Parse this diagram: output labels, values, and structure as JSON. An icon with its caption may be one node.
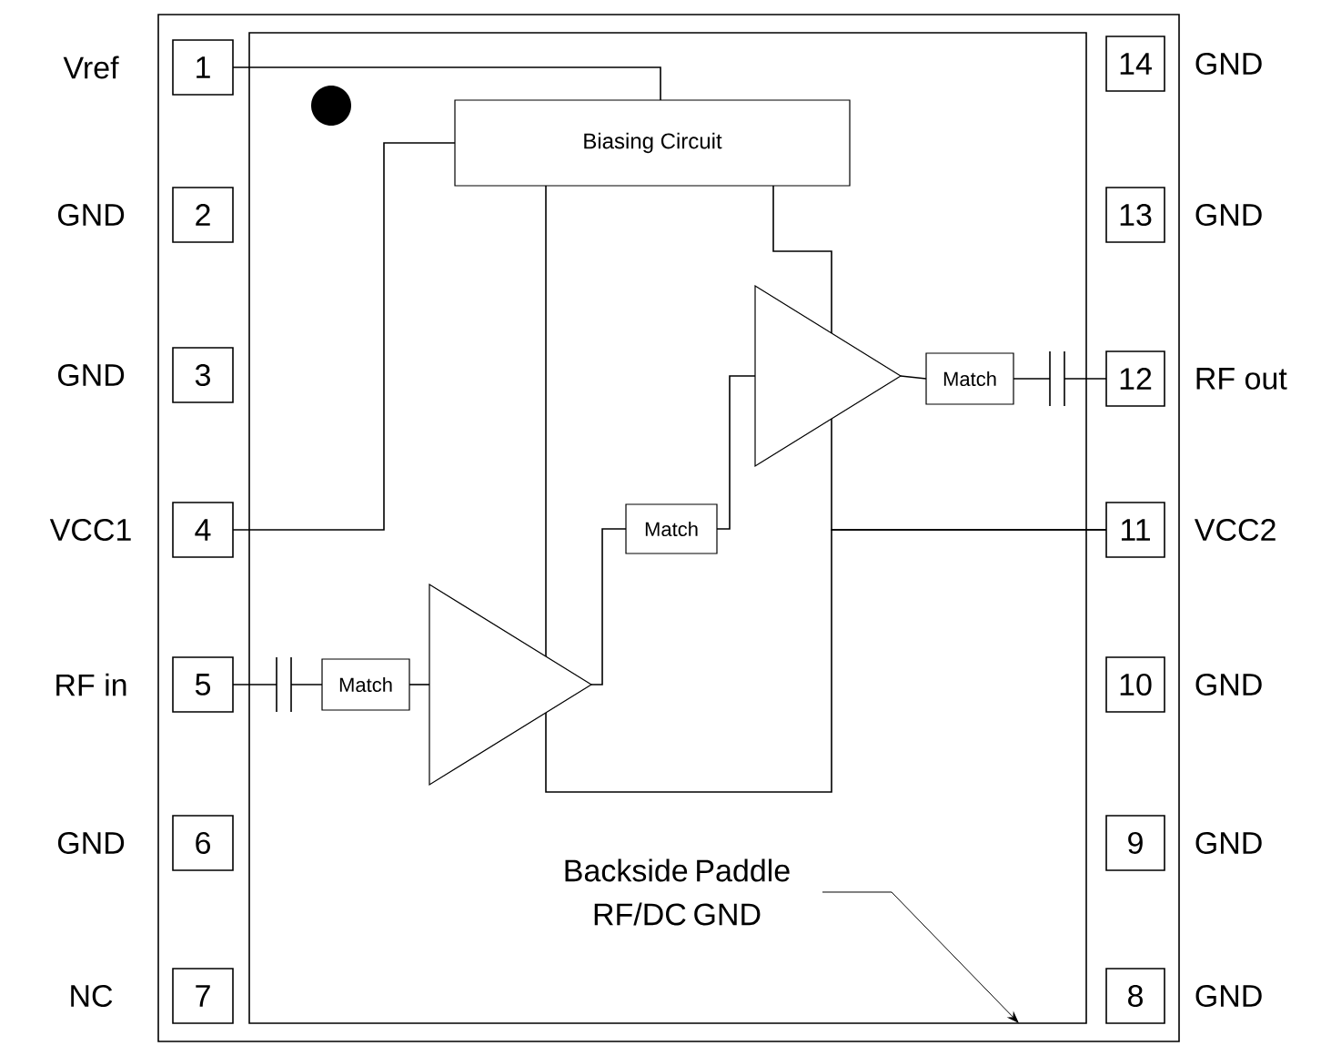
{
  "diagram": {
    "nodes": [
      {
        "text": [],
        "shape": "box"
      },
      {
        "text": [],
        "shape": "box",
        "in": 0
      },
      {
        "text": [
          "1"
        ],
        "beside": [
          "Vref"
        ],
        "in": 0
      },
      {
        "text": [
          "2"
        ],
        "beside": [
          "GND"
        ],
        "in": 0
      },
      {
        "text": [
          "3"
        ],
        "beside": [
          "GND"
        ],
        "in": 0
      },
      {
        "text": [
          "4"
        ],
        "beside": [
          "VCC1"
        ],
        "in": 0
      },
      {
        "text": [
          "5"
        ],
        "beside": [
          "RF in"
        ],
        "in": 0
      },
      {
        "text": [
          "6"
        ],
        "beside": [
          "GND"
        ],
        "in": 0
      },
      {
        "text": [
          "7"
        ],
        "beside": [
          "NC"
        ],
        "in": 0
      },
      {
        "text": [
          "8"
        ],
        "beside": [
          "GND"
        ],
        "in": 0
      },
      {
        "text": [
          "9"
        ],
        "beside": [
          "GND"
        ],
        "in": 0
      },
      {
        "text": [
          "10"
        ],
        "beside": [
          "GND"
        ],
        "in": 0
      },
      {
        "text": [
          "11"
        ],
        "beside": [
          "VCC2"
        ],
        "in": 0
      },
      {
        "text": [
          "12"
        ],
        "beside": [
          "RF out"
        ],
        "in": 0
      },
      {
        "text": [
          "13"
        ],
        "beside": [
          "GND"
        ],
        "in": 0
      },
      {
        "text": [
          "14"
        ],
        "beside": [
          "GND"
        ],
        "in": 0
      },
      {
        "text": [
          "Biasing Circuit"
        ],
        "in": 1
      },
      {
        "text": [
          "Match"
        ],
        "in": 1
      },
      {
        "text": [],
        "shape": "triangle",
        "in": 1
      },
      {
        "text": [
          "Match"
        ],
        "in": 1
      },
      {
        "text": [],
        "shape": "triangle",
        "in": 1
      },
      {
        "text": [
          "Match"
        ],
        "in": 1
      },
      {
        "text": [],
        "shape": "capacitor",
        "in": 1
      },
      {
        "text": [],
        "shape": "capacitor",
        "in": 1
      },
      {
        "text": [
          "Backside Paddle RF/DC GND"
        ],
        "in": 1
      }
    ],
    "edges": [
      {
        "from": 2,
        "to": 16,
        "arrow": "none"
      },
      {
        "from": 16,
        "to": 5,
        "arrow": "none"
      },
      {
        "from": 6,
        "to": 22,
        "arrow": "none"
      },
      {
        "from": 22,
        "to": 17,
        "arrow": "none"
      },
      {
        "from": 17,
        "to": 18,
        "arrow": "none"
      },
      {
        "from": 18,
        "to": 19,
        "arrow": "none"
      },
      {
        "from": 19,
        "to": 20,
        "arrow": "none"
      },
      {
        "from": 20,
        "to": 21,
        "arrow": "none"
      },
      {
        "from": 21,
        "to": 23,
        "arrow": "none"
      },
      {
        "from": 23,
        "to": 13,
        "arrow": "none"
      },
      {
        "from": 16,
        "to": 18,
        "arrow": "none"
      },
      {
        "from": 16,
        "to": 20,
        "arrow": "none"
      },
      {
        "from": 12,
        "to": 20,
        "arrow": "none"
      },
      {
        "from": 12,
        "to": 18,
        "arrow": "none"
      },
      {
        "from": 24,
        "to": 1,
        "arrow": "to"
      }
    ]
  }
}
